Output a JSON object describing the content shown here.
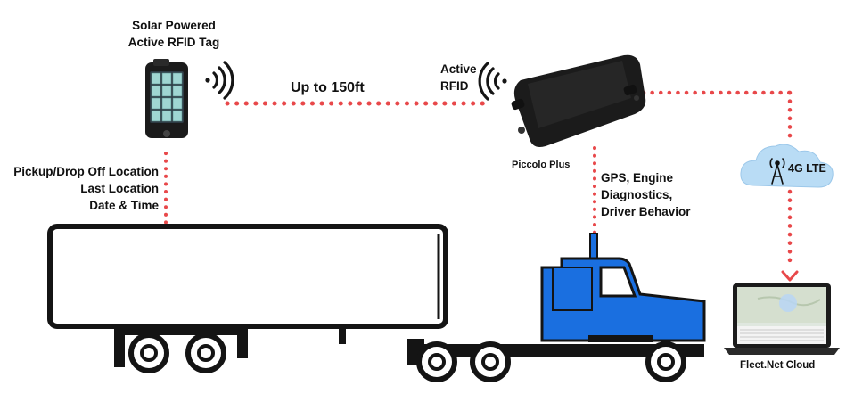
{
  "tag": {
    "title_line1": "Solar Powered",
    "title_line2": "Active RFID Tag"
  },
  "tag_info": {
    "line1": "Pickup/Drop Off Location",
    "line2": "Last Location",
    "line3": "Date & Time"
  },
  "link": {
    "range_label": "Up to 150ft"
  },
  "device": {
    "protocol_line1": "Active",
    "protocol_line2": "RFID",
    "name": "Piccolo Plus"
  },
  "device_info": {
    "line1": "GPS, Engine",
    "line2": "Diagnostics,",
    "line3": "Driver Behavior"
  },
  "network": {
    "label": "4G LTE"
  },
  "cloud_service": {
    "name": "Fleet.Net Cloud"
  },
  "colors": {
    "link_dots": "#e8484a",
    "truck_blue": "#1a6fe0",
    "cloud_blue": "#b9dcf5",
    "device_black": "#1b1b1b"
  },
  "icons": [
    "signal-waves-icon",
    "cell-tower-icon",
    "arrow-down-icon",
    "laptop-icon",
    "cloud-icon"
  ]
}
